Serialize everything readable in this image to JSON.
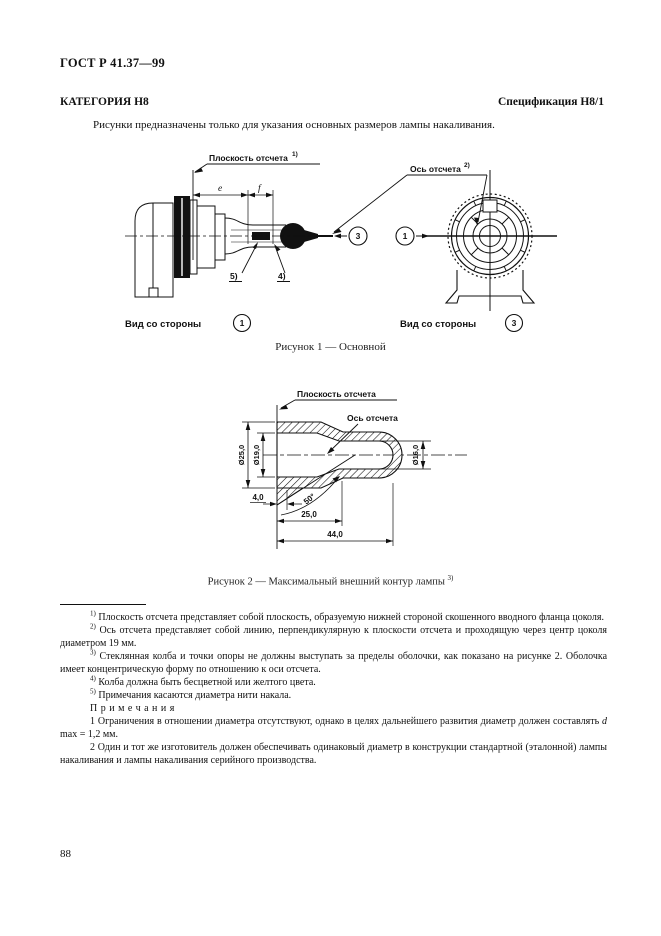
{
  "header": {
    "standard": "ГОСТ Р 41.37—99",
    "category": "КАТЕГОРИЯ Н8",
    "specification": "Спецификация Н8/1",
    "intro": "Рисунки предназначены только для указания основных размеров лампы накаливания."
  },
  "figure1": {
    "caption": "Рисунок 1 — Основной",
    "plane_label": "Плоскость отсчета",
    "plane_sup": "1)",
    "axis_label": "Ось отсчета",
    "axis_sup": "2)",
    "dim_e": "e",
    "dim_f": "f",
    "callout_5": "5)",
    "callout_4": "4)",
    "ref_circle_3": "3",
    "ref_circle_1": "1",
    "view_label_left": "Вид со стороны",
    "view_left_num": "1",
    "view_label_right": "Вид со стороны",
    "view_right_num": "3"
  },
  "figure2": {
    "caption": "Рисунок 2 — Максимальный внешний контур лампы",
    "caption_sup": "3)",
    "plane_label": "Плоскость отсчета",
    "axis_label": "Ось отсчета",
    "dim_outer": "Ø25,0",
    "dim_inner": "Ø19,0",
    "dim_right": "Ø16,0",
    "dim_4": "4,0",
    "dim_25": "25,0",
    "dim_44": "44,0",
    "dim_angle": "50°"
  },
  "footnotes": [
    {
      "marker": "1)",
      "text": "Плоскость отсчета представляет собой плоскость, образуемую нижней стороной скошенного вводного фланца цоколя."
    },
    {
      "marker": "2)",
      "text": "Ось отсчета представляет собой линию, перпендикулярную к плоскости отсчета и проходящую через центр цоколя диаметром 19 мм."
    },
    {
      "marker": "3)",
      "text": "Стеклянная колба и точки опоры не должны выступать за пределы оболочки, как показано на рисунке 2. Оболочка имеет концентрическую форму по отношению к оси отсчета."
    },
    {
      "marker": "4)",
      "text": "Колба должна быть бесцветной или желтого цвета."
    },
    {
      "marker": "5)",
      "text": "Примечания касаются диаметра нити накала."
    }
  ],
  "notes": {
    "heading": "Примечания",
    "items": [
      {
        "num": "1",
        "pre": "Ограничения в отношении диаметра отсутствуют, однако в целях дальнейшего развития диаметр должен составлять ",
        "var": "d",
        "post": "max = 1,2 мм."
      },
      {
        "num": "2",
        "text": "Один и тот же изготовитель должен обеспечивать одинаковый диаметр в конструкции стандартной (эталонной) лампы накаливания и лампы накаливания серийного производства."
      }
    ]
  },
  "page_number": "88"
}
